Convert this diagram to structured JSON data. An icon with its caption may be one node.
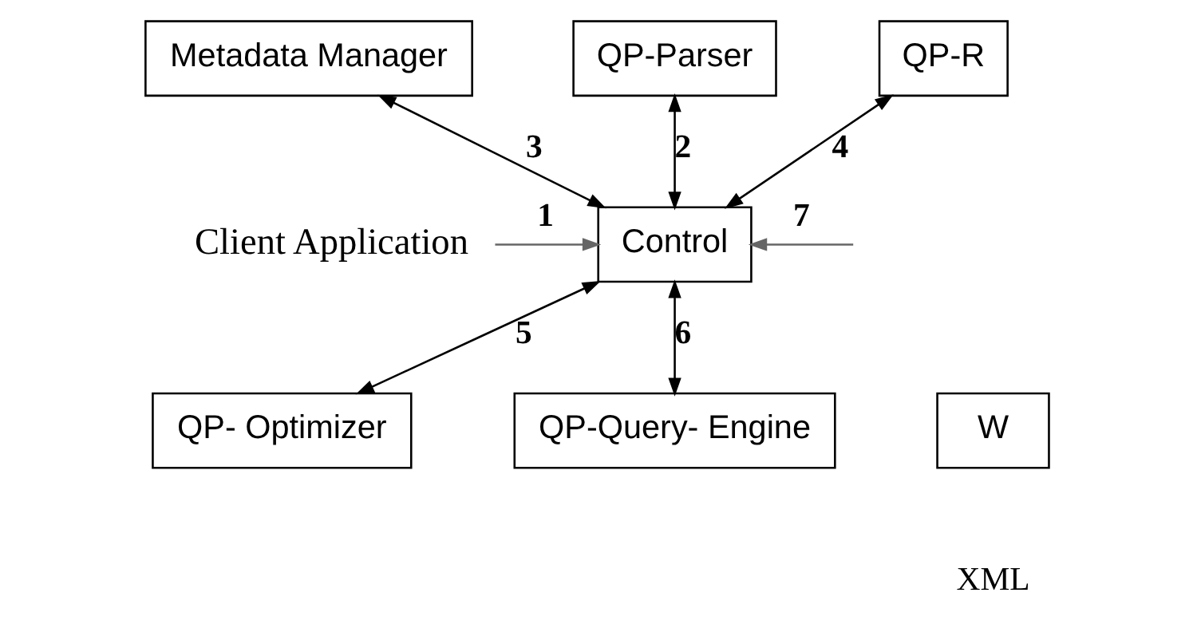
{
  "diagram": {
    "nodes": [
      {
        "text": [
          "Metadata Manager"
        ]
      },
      {
        "text": [
          "QP-Parser"
        ]
      },
      {
        "text": [
          "QP-R"
        ]
      },
      {
        "text": [
          "Client Application"
        ]
      },
      {
        "text": [
          "Control"
        ]
      },
      {
        "text": [
          "QP- Optimizer"
        ]
      },
      {
        "text": [
          "QP-Query- Engine"
        ]
      },
      {
        "text": [
          "W"
        ]
      }
    ],
    "edges": [
      {
        "from": 3,
        "to": 4,
        "arrow": "to",
        "label": "1",
        "color": "#666666"
      },
      {
        "from": 1,
        "to": 4,
        "arrow": "both",
        "label": "2"
      },
      {
        "from": 0,
        "to": 4,
        "arrow": "both",
        "label": "3"
      },
      {
        "from": 2,
        "to": 4,
        "arrow": "both",
        "label": "4"
      },
      {
        "from": 4,
        "to": 5,
        "arrow": "both",
        "label": "5"
      },
      {
        "from": 4,
        "to": 6,
        "arrow": "both",
        "label": "6"
      },
      {
        "from": null,
        "to": 4,
        "arrow": "to",
        "label": "7",
        "color": "#666666"
      }
    ],
    "labels": [
      "XML"
    ]
  }
}
